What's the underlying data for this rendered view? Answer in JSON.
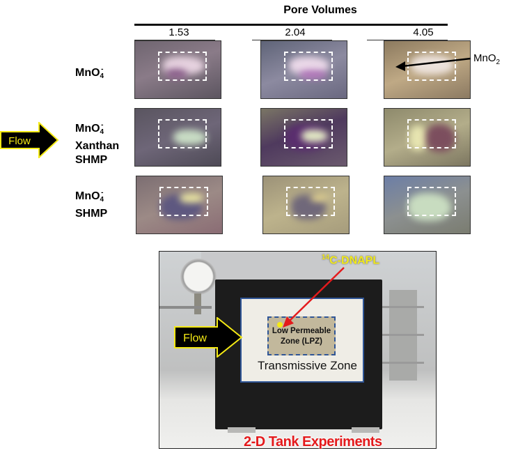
{
  "header": {
    "title": "Pore Volumes",
    "pore_volumes": [
      "1.53",
      "2.04",
      "4.05"
    ]
  },
  "rows": [
    {
      "label_lines": [
        "MnO4-"
      ],
      "formula": {
        "base": "MnO",
        "sub": "4",
        "sup": "-"
      },
      "extra": []
    },
    {
      "label_lines": [
        "MnO4-",
        "Xanthan",
        "SHMP"
      ],
      "formula": {
        "base": "MnO",
        "sub": "4",
        "sup": "-"
      },
      "extra": [
        "Xanthan",
        "SHMP"
      ]
    },
    {
      "label_lines": [
        "MnO4-",
        "SHMP"
      ],
      "formula": {
        "base": "MnO",
        "sub": "4",
        "sup": "-"
      },
      "extra": [
        "SHMP"
      ]
    }
  ],
  "annotations": {
    "mno2": {
      "base": "MnO",
      "sub": "2"
    },
    "flow_label": "Flow"
  },
  "tank": {
    "caption": "2-D Tank Experiments",
    "dnapl_label": {
      "sup": "14",
      "base": "C-DNAPL"
    },
    "lpz_line1": "Low Permeable",
    "lpz_line2": "Zone (LPZ)",
    "transmissive_label": "Transmissive Zone",
    "flow_label": "Flow"
  },
  "colors": {
    "flow_arrow_fill": "#000000",
    "flow_arrow_stroke": "#f5ea14",
    "flow_text": "#f5ea14",
    "dnapl_text": "#f2ea1a",
    "dnapl_arrow": "#e41a1c",
    "caption_red": "#e41a1c",
    "lpz_fill": "#c2b89c",
    "lpz_border": "#2f5596"
  }
}
